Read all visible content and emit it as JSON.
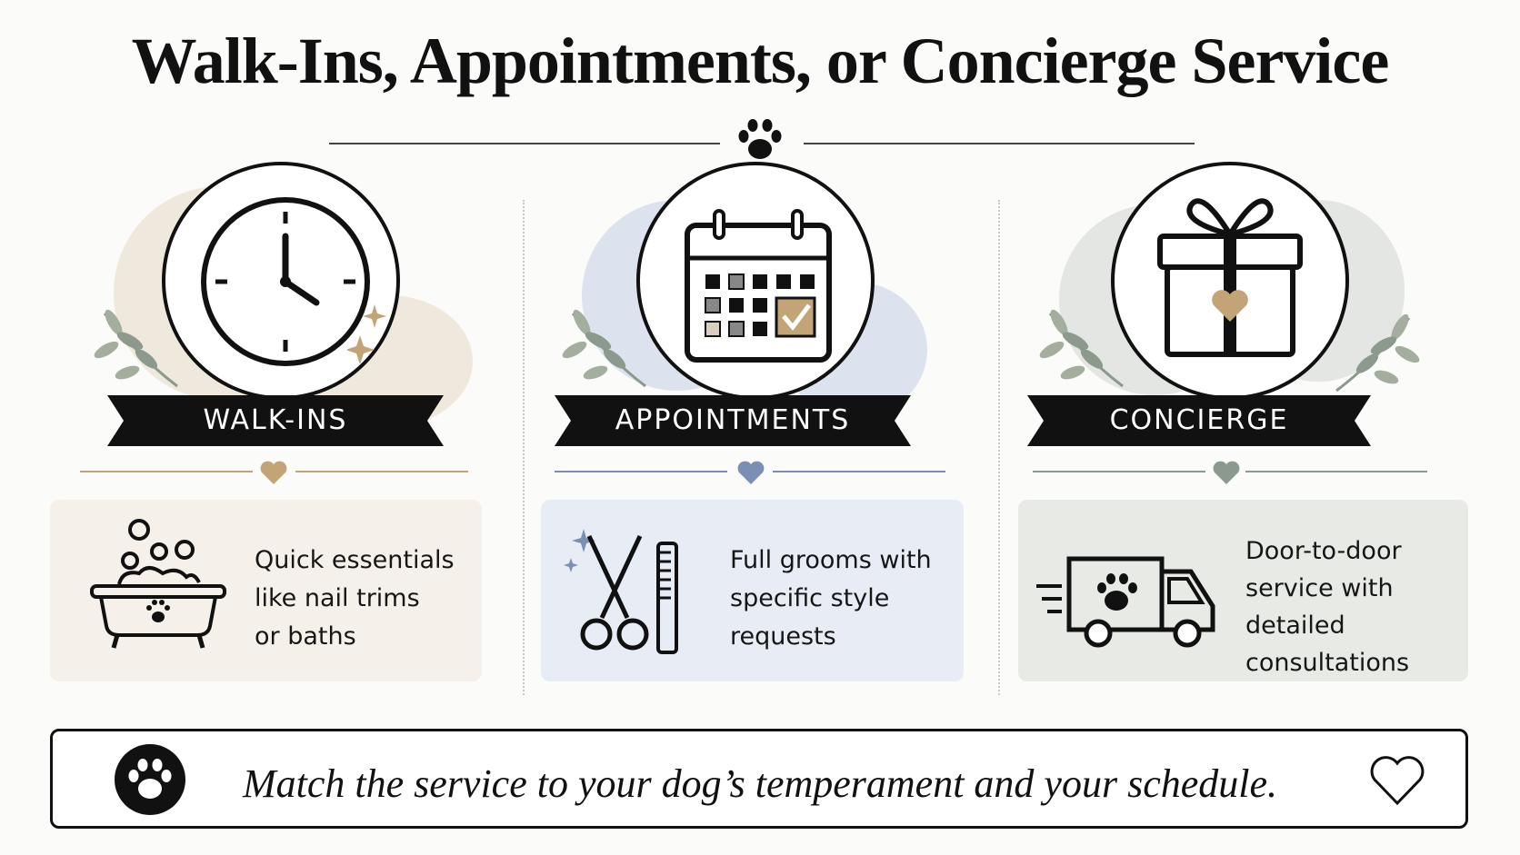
{
  "title": "Walk-Ins, Appointments, or Concierge Service",
  "colors": {
    "tan": "#c3a477",
    "blue": "#7b8fb5",
    "sage": "#8b9a8d",
    "ink": "#111111"
  },
  "columns": [
    {
      "label": "WALK-INS",
      "icon": "clock-icon",
      "card_icon": "bathtub-icon",
      "description": "Quick essentials\nlike nail trims\nor baths"
    },
    {
      "label": "APPOINTMENTS",
      "icon": "calendar-icon",
      "card_icon": "scissors-comb-icon",
      "description": "Full grooms with\nspecific style\nrequests"
    },
    {
      "label": "CONCIERGE",
      "icon": "gift-icon",
      "card_icon": "van-icon",
      "description": "Door-to-door\nservice with\ndetailed\nconsultations"
    }
  ],
  "footer": {
    "text": "Match the service to your dog’s temperament and your schedule.",
    "left_icon": "paw-icon",
    "right_icon": "heart-outline-icon"
  }
}
